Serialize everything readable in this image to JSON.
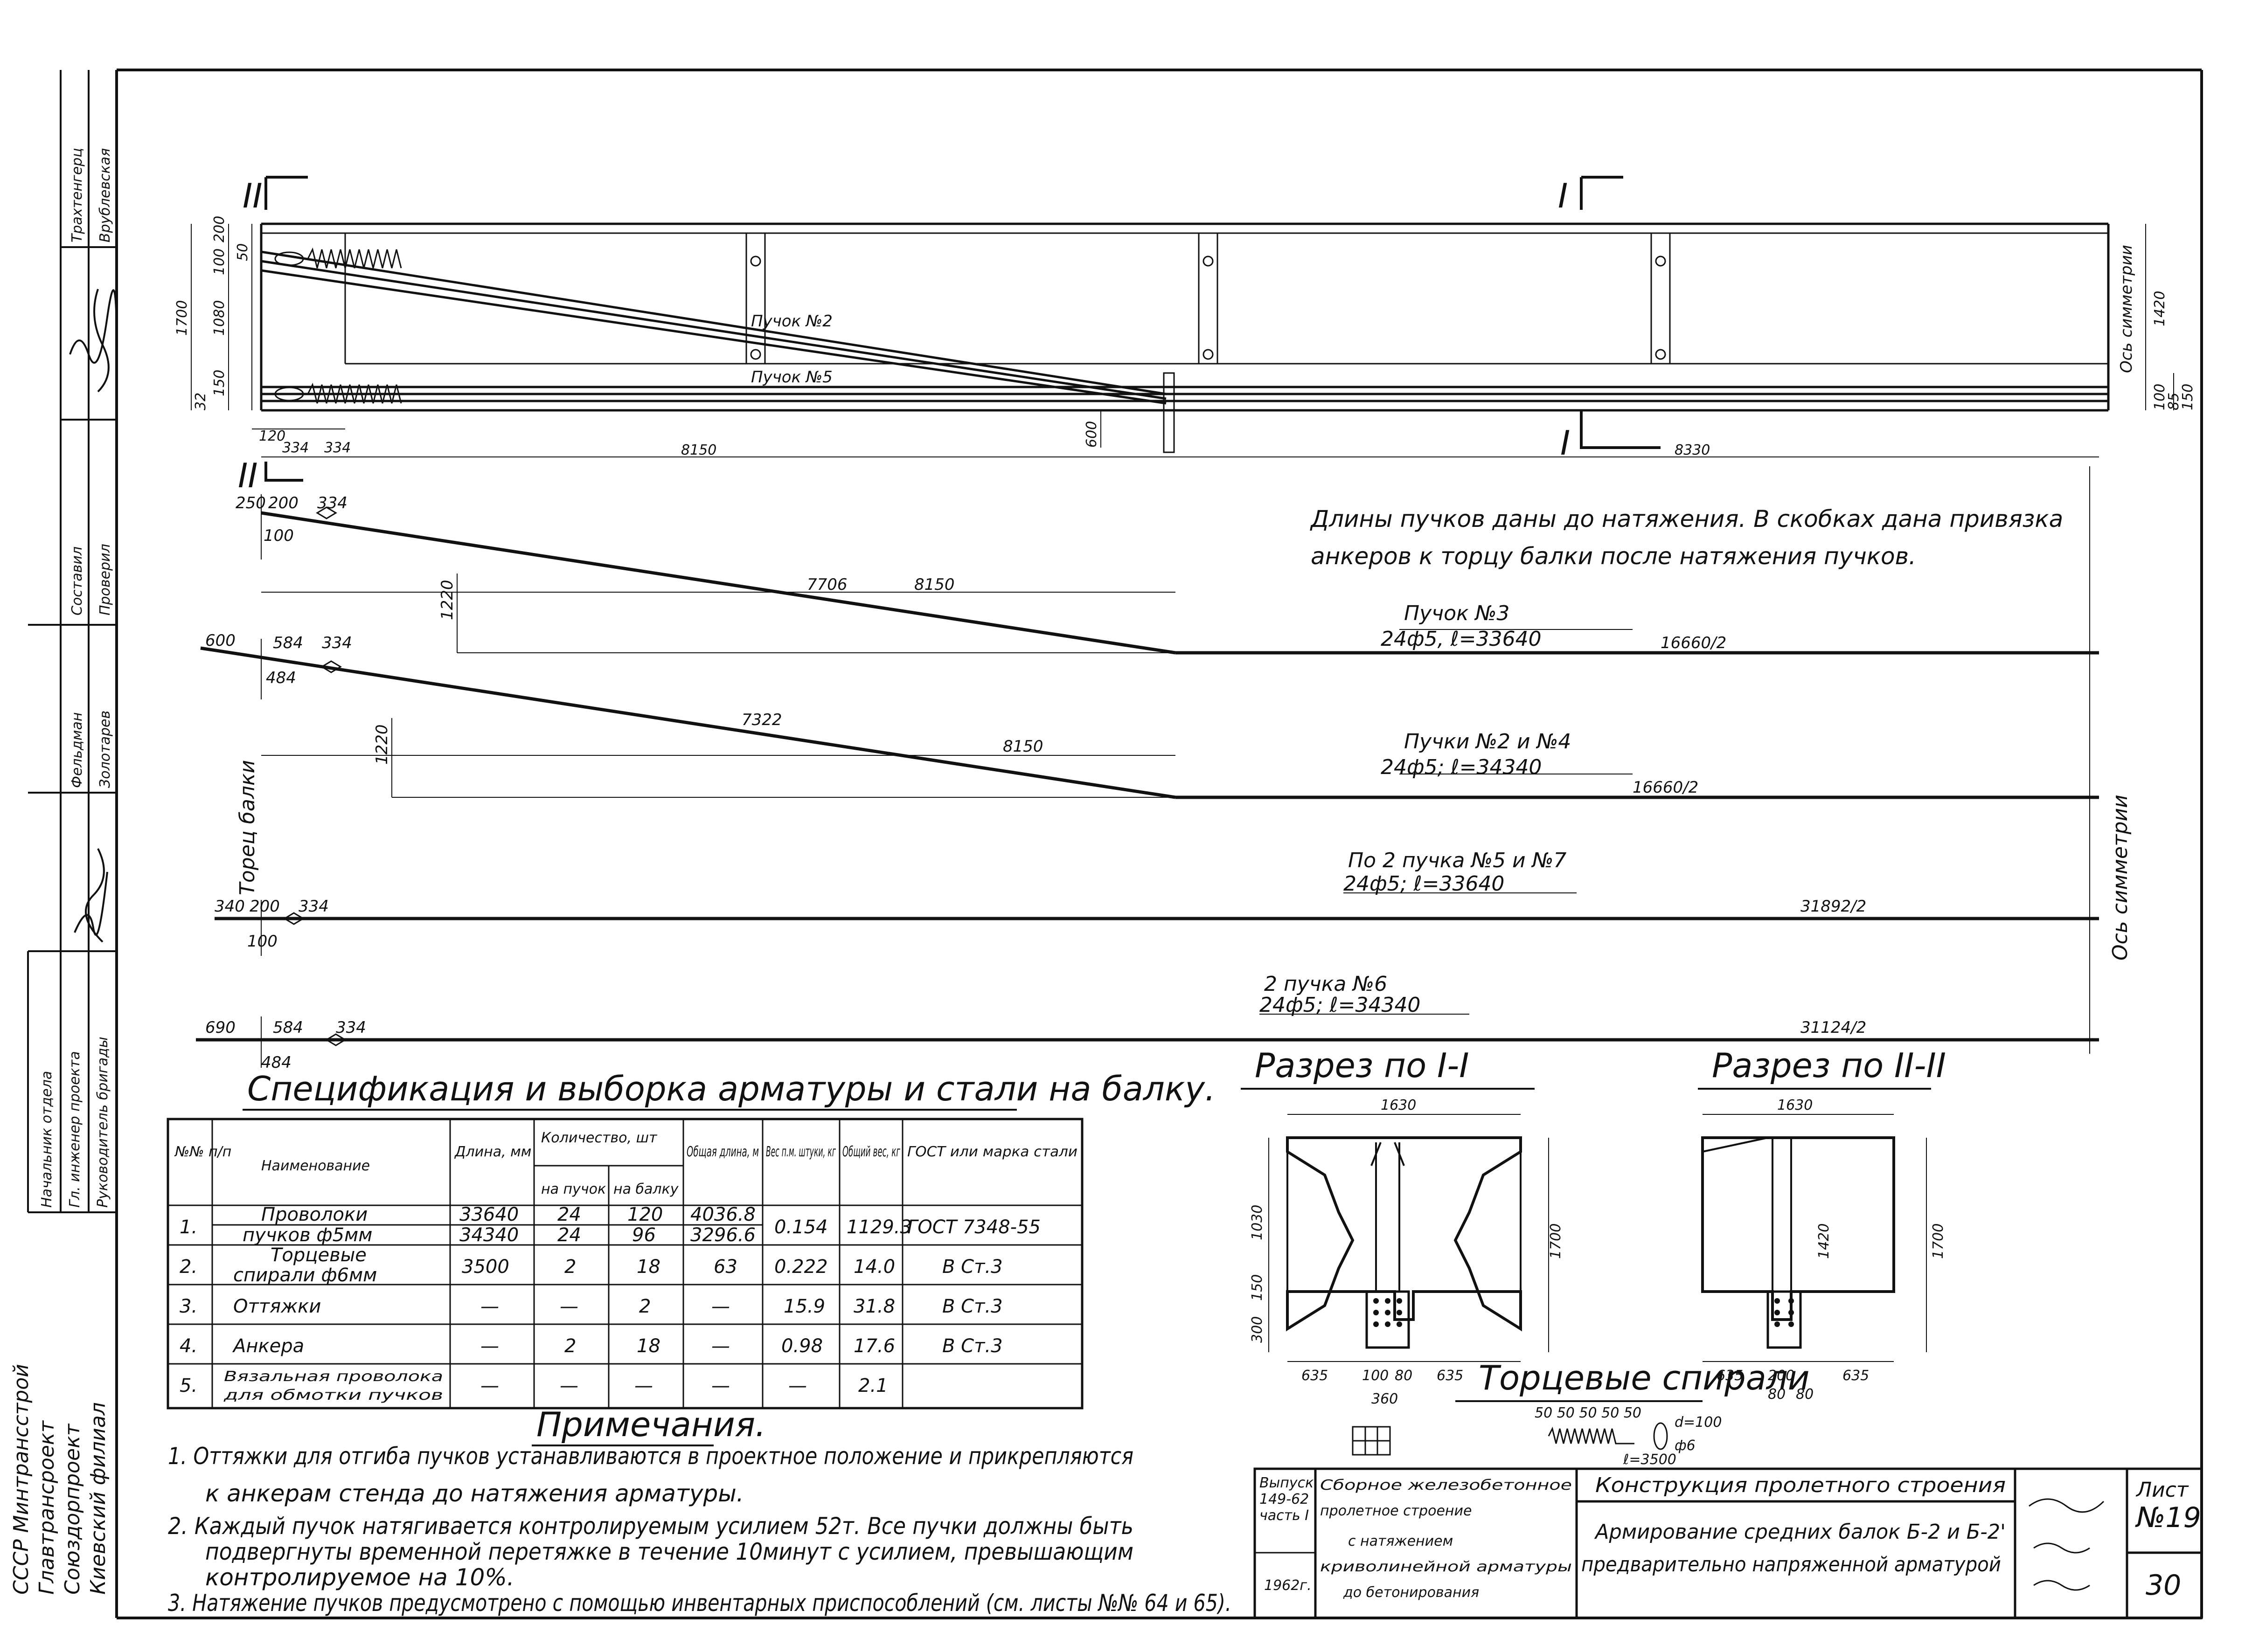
{
  "left_strip": {
    "upper": [
      "Трахтенгерц",
      "Врублевская",
      "Составил",
      "Проверил"
    ],
    "middle": [
      "Золотарев",
      "Фельдман",
      "Начальник отдела",
      "Гл. инженер проекта",
      "Руководитель бригады"
    ],
    "org": [
      "СССР Минтрансстрой",
      "Главтрансроект",
      "Союздорпроект",
      "Киевский филиал"
    ]
  },
  "section_marks": {
    "II": "II",
    "I": "I"
  },
  "elevation": {
    "dims_left": [
      "1700",
      "200",
      "100",
      "1080",
      "50",
      "150",
      "32"
    ],
    "dims_right": [
      "1420",
      "100",
      "150",
      "85"
    ],
    "dims_bottom": [
      "120",
      "334",
      "334",
      "8150",
      "8330",
      "600"
    ],
    "bundle_labels": [
      "Пучок №2",
      "Пучок №5"
    ],
    "symmetry": "Ось симметрии"
  },
  "note_top": [
    "Длины пучков даны до натяжения. В скобках дана привязка",
    "анкеров к торцу балки после натяжения пучков."
  ],
  "bundles": [
    {
      "title": "Пучок №3",
      "spec": "24ф5, ℓ=33640",
      "half": "16660/2",
      "left": [
        "250",
        "200",
        "334",
        "100"
      ],
      "mid": [
        "1220",
        "7706",
        "8150"
      ]
    },
    {
      "title": "Пучки №2 и №4",
      "spec": "24ф5; ℓ=34340",
      "half": "16660/2",
      "left": [
        "600",
        "584",
        "334",
        "484"
      ],
      "mid": [
        "1220",
        "7322",
        "8150"
      ]
    },
    {
      "title": "По 2 пучка №5 и №7",
      "spec": "24ф5; ℓ=33640",
      "half": "31892/2",
      "left": [
        "340",
        "200",
        "334",
        "100"
      ],
      "mid": []
    },
    {
      "title": "2 пучка №6",
      "spec": "24ф5; ℓ=34340",
      "half": "31124/2",
      "left": [
        "690",
        "584",
        "334",
        "484"
      ],
      "mid": []
    }
  ],
  "beam_end_label": "Торец балки",
  "spec_table": {
    "title": "Спецификация и выборка арматуры и стали на балку.",
    "headers": {
      "num": "№№ п/п",
      "name": "Наименование",
      "length": "Длина, мм",
      "qty": "Количество, шт",
      "per_bundle": "на пучок",
      "per_beam": "на балку",
      "total_len": "Общая длина, м",
      "weight_pm": "Вес п.м. штуки, кг",
      "total_weight": "Общий вес, кг",
      "gost": "ГОСТ или марка стали"
    },
    "rows": [
      {
        "n": "1.",
        "name": [
          "Проволоки",
          "пучков ф5мм"
        ],
        "len": [
          "33640",
          "34340"
        ],
        "pb": [
          "24",
          "24"
        ],
        "pbeam": [
          "120",
          "96"
        ],
        "tl": [
          "4036.8",
          "3296.6"
        ],
        "wpm": "0.154",
        "tw": "1129.3",
        "gost": "ГОСТ 7348-55"
      },
      {
        "n": "2.",
        "name": [
          "Торцевые",
          "спирали ф6мм"
        ],
        "len": [
          "3500"
        ],
        "pb": [
          "2"
        ],
        "pbeam": [
          "18"
        ],
        "tl": [
          "63"
        ],
        "wpm": "0.222",
        "tw": "14.0",
        "gost": "В Ст.3"
      },
      {
        "n": "3.",
        "name": [
          "Оттяжки"
        ],
        "len": [
          "—"
        ],
        "pb": [
          "—"
        ],
        "pbeam": [
          "2"
        ],
        "tl": [
          "—"
        ],
        "wpm": "15.9",
        "tw": "31.8",
        "gost": "В Ст.3"
      },
      {
        "n": "4.",
        "name": [
          "Анкера"
        ],
        "len": [
          "—"
        ],
        "pb": [
          "2"
        ],
        "pbeam": [
          "18"
        ],
        "tl": [
          "—"
        ],
        "wpm": "0.98",
        "tw": "17.6",
        "gost": "В Ст.3"
      },
      {
        "n": "5.",
        "name": [
          "Вязальная проволока",
          "для обмотки пучков"
        ],
        "len": [
          "—"
        ],
        "pb": [
          "—"
        ],
        "pbeam": [
          "—"
        ],
        "tl": [
          "—"
        ],
        "wpm": "—",
        "tw": "2.1",
        "gost": ""
      }
    ]
  },
  "sections": {
    "s1_title": "Разрез по I-I",
    "s2_title": "Разрез по II-II",
    "s1_dims": [
      "1630",
      "1700",
      "1030",
      "635",
      "635",
      "100",
      "80",
      "300",
      "150",
      "360"
    ],
    "s2_dims": [
      "1630",
      "1700",
      "1420",
      "635",
      "635",
      "200",
      "80",
      "80"
    ]
  },
  "spirals": {
    "title": "Торцевые спирали",
    "dims": [
      "50 50 50 50 50",
      "d=100",
      "ф6",
      "ℓ=3500"
    ]
  },
  "notes": {
    "title": "Примечания.",
    "items": [
      "1. Оттяжки для отгиба пучков устанавливаются в проектное положение и прикрепляются",
      "к анкерам стенда до натяжения арматуры.",
      "2. Каждый пучок натягивается контролируемым усилием 52т. Все пучки должны быть",
      "подвергнуты временной перетяжке в течение 10минут с усилием, превышающим",
      "контролируемое на 10%.",
      "3. Натяжение пучков предусмотрено с помощью инвентарных приспособлений (см. листы №№ 64 и 65)."
    ]
  },
  "title_block": {
    "issue": [
      "Выпуск",
      "149-62",
      "часть I"
    ],
    "year": "1962г.",
    "series": [
      "Сборное железобетонное",
      "пролетное строение",
      "с натяжением",
      "криволинейной арматуры",
      "до бетонирования"
    ],
    "section": "Конструкция пролетного строения",
    "drawing": [
      "Армирование средних балок Б-2 и Б-2'",
      "предварительно напряженной арматурой"
    ],
    "sheet_label": "Лист",
    "sheet_no": "№19",
    "page": "30"
  }
}
